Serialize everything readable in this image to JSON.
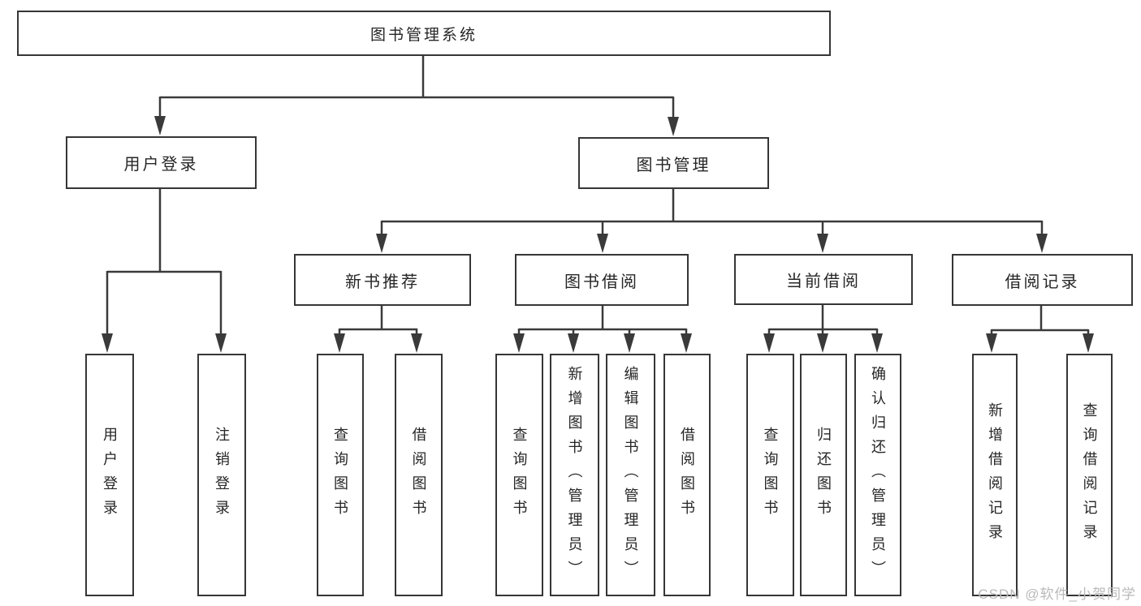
{
  "diagram": {
    "root": {
      "label": "图书管理系统"
    },
    "branches": [
      {
        "label": "用户登录",
        "leaves": [
          "用户登录",
          "注销登录"
        ]
      },
      {
        "label": "图书管理",
        "children": [
          {
            "label": "新书推荐",
            "leaves": [
              "查询图书",
              "借阅图书"
            ]
          },
          {
            "label": "图书借阅",
            "leaves": [
              "查询图书",
              "新增图书（管理员）",
              "编辑图书（管理员）",
              "借阅图书"
            ]
          },
          {
            "label": "当前借阅",
            "leaves": [
              "查询图书",
              "归还图书",
              "确认归还（管理员）"
            ]
          },
          {
            "label": "借阅记录",
            "leaves": [
              "新增借阅记录",
              "查询借阅记录"
            ]
          }
        ]
      }
    ]
  },
  "watermark": "CSDN @软件_小贺同学",
  "colors": {
    "line": "#3a3a3a",
    "box_border": "#363636",
    "text": "#262626",
    "watermark": "#b9b9b9",
    "background": "#ffffff"
  }
}
